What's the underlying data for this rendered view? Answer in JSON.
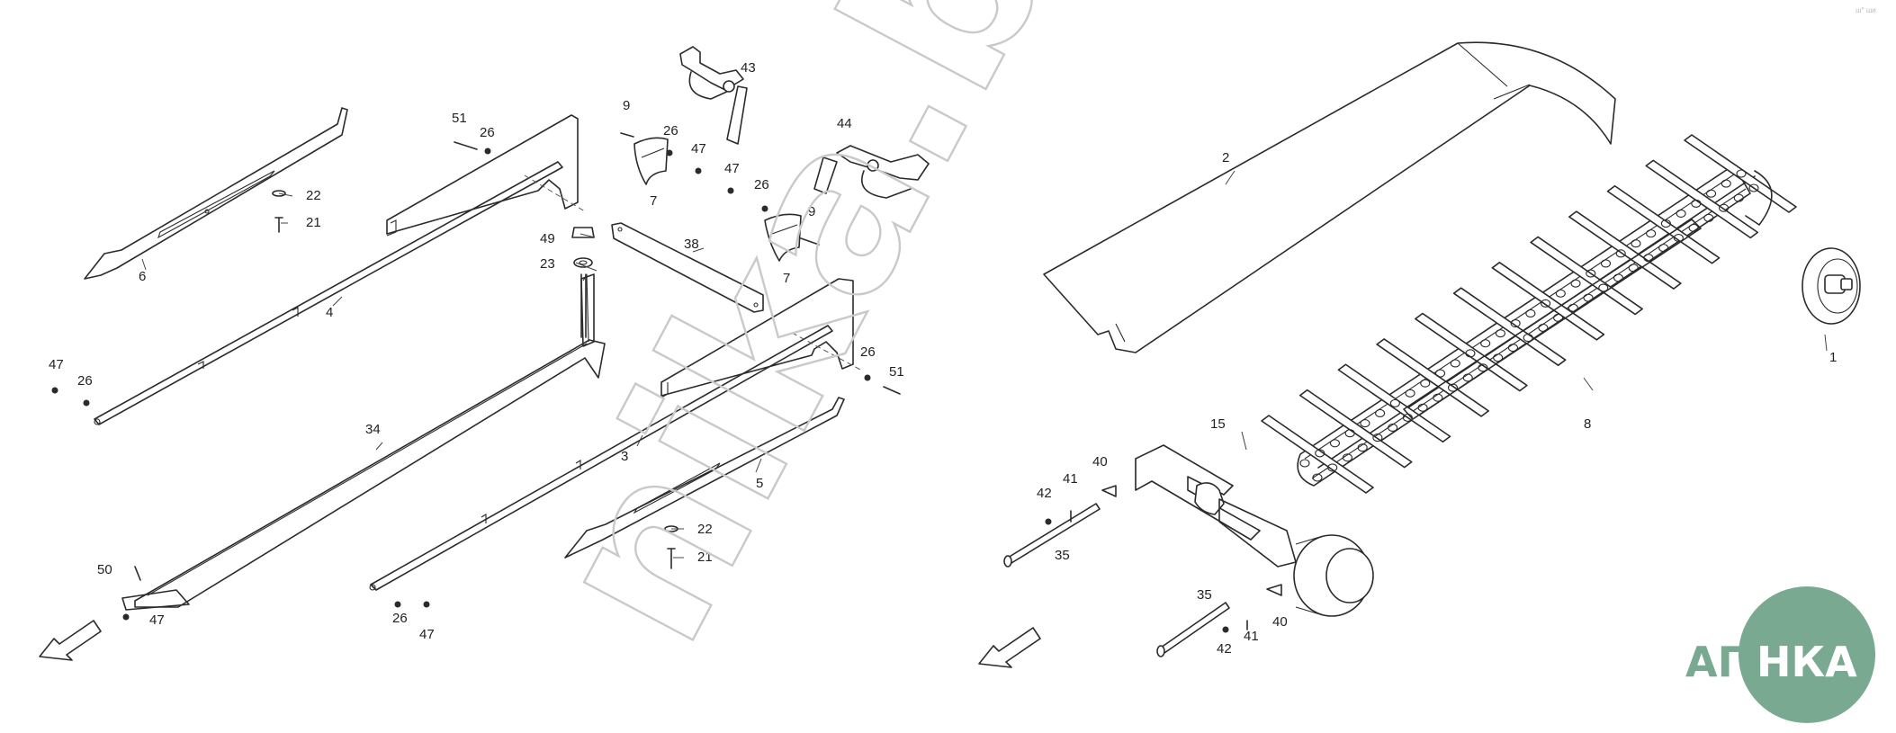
{
  "watermark": {
    "text": "nika.by"
  },
  "logo": {
    "left_text": "АГРО",
    "right_text": "НКА",
    "text_color": "#7aa992",
    "circle_color": "#7aa992"
  },
  "corner_mark": {
    "text": "ш° ши"
  },
  "colors": {
    "line": "#2b2b2b",
    "watermark": "#c9c9c9",
    "background": "#ffffff"
  },
  "callouts": {
    "c1": "1",
    "c2": "2",
    "c3": "3",
    "c4": "4",
    "c5": "5",
    "c6": "6",
    "c7a": "7",
    "c7b": "7",
    "c8": "8",
    "c9a": "9",
    "c9b": "9",
    "c15": "15",
    "c21a": "21",
    "c21b": "21",
    "c22a": "22",
    "c22b": "22",
    "c23": "23",
    "c26a": "26",
    "c26b": "26",
    "c26c": "26",
    "c26d": "26",
    "c26e": "26",
    "c26f": "26",
    "c34": "34",
    "c35a": "35",
    "c35b": "35",
    "c38": "38",
    "c40a": "40",
    "c40b": "40",
    "c41a": "41",
    "c41b": "41",
    "c42a": "42",
    "c42b": "42",
    "c43": "43",
    "c44": "44",
    "c47a": "47",
    "c47b": "47",
    "c47c": "47",
    "c47d": "47",
    "c47e": "47",
    "c49": "49",
    "c50": "50",
    "c51a": "51",
    "c51b": "51"
  }
}
